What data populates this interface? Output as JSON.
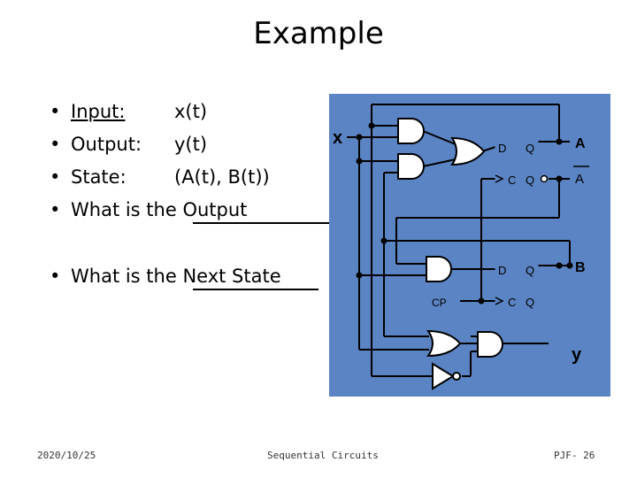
{
  "title": "Example",
  "bullets": [
    {
      "marker": "•",
      "label": "Input:",
      "value": "x(t)"
    },
    {
      "marker": "•",
      "label": "Output:",
      "value": "y(t)"
    },
    {
      "marker": "•",
      "label": "State:",
      "value": "(A(t), B(t))"
    },
    {
      "marker": "•",
      "label": "What is the Output",
      "value": ""
    },
    {
      "marker": "•",
      "label": "What is the Next State",
      "value": ""
    }
  ],
  "circuit": {
    "background": "#5b84c4",
    "input_label": "x",
    "ff_a": {
      "d": "D",
      "q": "Q",
      "c": "C",
      "qbar": "Q"
    },
    "ff_b": {
      "d": "D",
      "q": "Q",
      "c": "C",
      "qbar": "Q"
    },
    "out_a": "A",
    "out_abar": "A",
    "out_b": "B",
    "clock": "CP",
    "output": "y"
  },
  "footer": {
    "date": "2020/10/25",
    "center": "Sequential Circuits",
    "page": "PJF- 26"
  }
}
